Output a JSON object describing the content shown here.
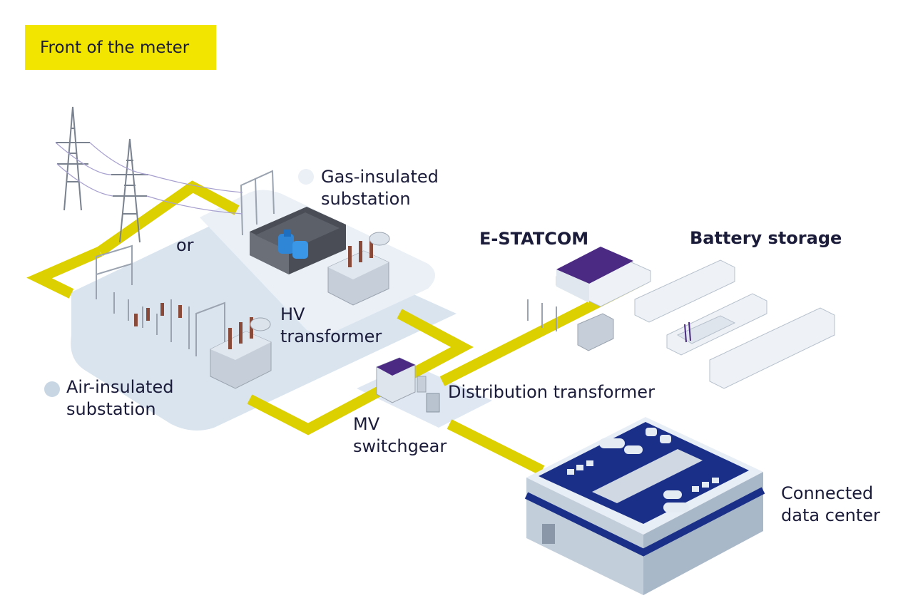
{
  "header": {
    "tag_label": "Front of the meter"
  },
  "labels": {
    "or": "or",
    "gis": "Gas-insulated\nsubstation",
    "ais": "Air-insulated\nsubstation",
    "hv": "HV\ntransformer",
    "estatcom": "E-STATCOM",
    "battery": "Battery storage",
    "dist": "Distribution transformer",
    "mv": "MV\nswitchgear",
    "dc": "Connected\ndata center"
  },
  "colors": {
    "tag_yellow": "#f2e500",
    "cable_yellow": "#ddd000",
    "ais_area": "#d9e4ef",
    "gis_area": "#eaf0f6",
    "roof_purple": "#4b2a84",
    "dc_roof_navy": "#1a2f88",
    "text": "#1b1b3a"
  }
}
